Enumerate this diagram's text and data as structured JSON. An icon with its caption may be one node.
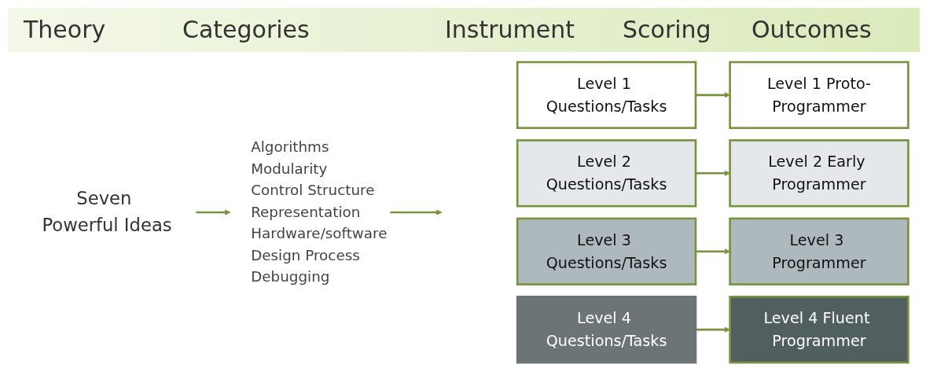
{
  "diagram": {
    "nodes": [
      {
        "text": [
          "Seven Powerful Ideas"
        ]
      },
      {
        "text": [
          "Algorithms",
          "Modularity",
          "Control Structure",
          "Representation",
          "Hardware/software",
          "Design Process",
          "Debugging"
        ]
      },
      {
        "text": [
          "Level 1 Questions/Tasks"
        ]
      },
      {
        "text": [
          "Level 1 Proto-Programmer"
        ]
      },
      {
        "text": [
          "Level 2 Questions/Tasks"
        ]
      },
      {
        "text": [
          "Level 2 Early Programmer"
        ]
      },
      {
        "text": [
          "Level 3 Questions/Tasks"
        ]
      },
      {
        "text": [
          "Level 3 Programmer"
        ]
      },
      {
        "text": [
          "Level 4 Questions/Tasks"
        ]
      },
      {
        "text": [
          "Level 4 Fluent Programmer"
        ]
      }
    ],
    "edges": [
      {
        "from": 0,
        "to": 1,
        "arrow": "to"
      },
      {
        "from": 1,
        "to": null,
        "arrow": "to"
      },
      {
        "from": 2,
        "to": 3,
        "arrow": "to"
      },
      {
        "from": 4,
        "to": 5,
        "arrow": "to"
      },
      {
        "from": 6,
        "to": 7,
        "arrow": "to"
      },
      {
        "from": 8,
        "to": 9,
        "arrow": "to"
      }
    ],
    "labels": [
      "Theory",
      "Categories",
      "Instrument",
      "Scoring",
      "Outcomes"
    ]
  }
}
